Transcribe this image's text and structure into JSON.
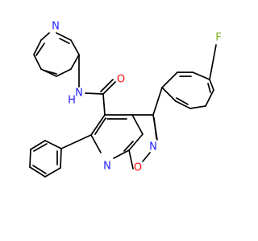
{
  "molecule": {
    "atom_labels": {
      "pyridine_n": "N",
      "amide_nh": "N",
      "amide_h": "H",
      "carbonyl_o": "O",
      "fluorine": "F",
      "isoxazole_n": "N",
      "isoxazole_o": "O",
      "core_pyridine_n": "N"
    },
    "colors": {
      "bond": "#000000",
      "nitrogen": "#1f1fff",
      "oxygen": "#ff0d0d",
      "fluorine": "#80b020"
    }
  }
}
